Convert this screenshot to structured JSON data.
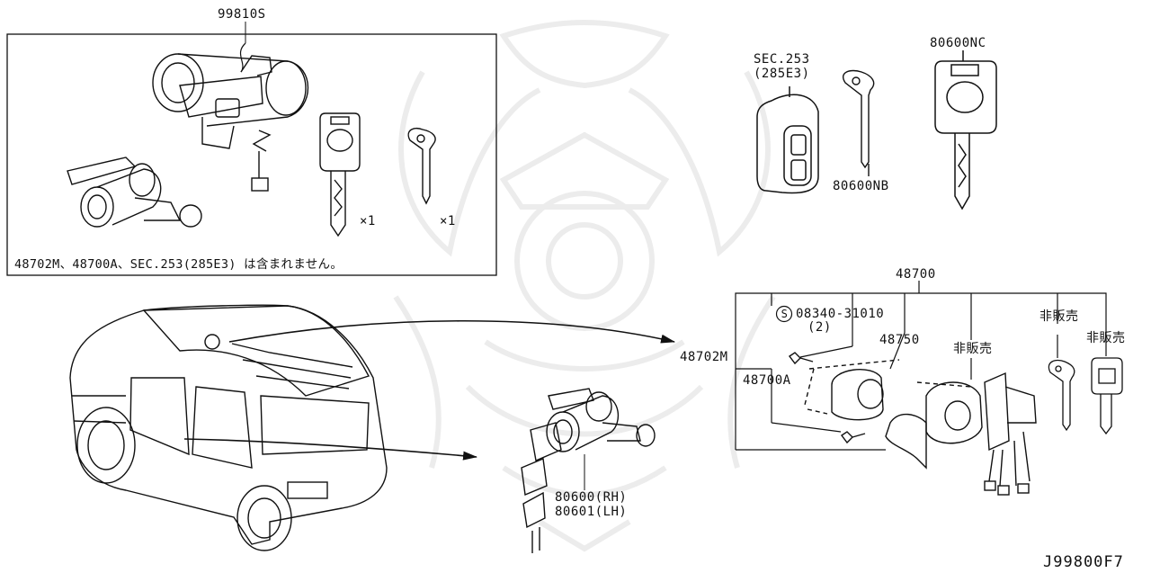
{
  "diagram_code": "J99800F7",
  "kit": {
    "part_no": "99810S",
    "key_qty": "×1",
    "fob_qty": "×1",
    "note": "48702M、48700A、SEC.253(285E3) は含まれません。"
  },
  "remote": {
    "sec_ref": "SEC.253",
    "sec_sub": "(285E3)"
  },
  "keys": {
    "blade_key": "80600NB",
    "master_key": "80600NC"
  },
  "door_cylinder": {
    "rh": "80600(RH)",
    "lh": "80601(LH)"
  },
  "assembly": {
    "part_no": "48700",
    "screw_part": "08340-31010",
    "screw_qty": "(2)",
    "screw_marker": "S",
    "cylinder_part": "48750",
    "not_sold_1": "非販売",
    "not_sold_2": "非販売",
    "not_sold_3": "非販売",
    "steering_lock_part": "48702M",
    "ignition_part": "48700A"
  },
  "colors": {
    "line": "#111111",
    "watermark": "#e8e8e8",
    "background": "#ffffff"
  }
}
